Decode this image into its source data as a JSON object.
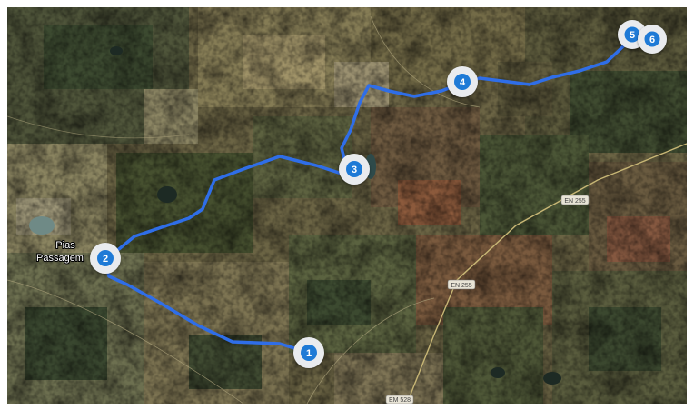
{
  "map": {
    "type": "satellite",
    "route_color": "#2f6ee8",
    "marker_color": "#1e7ad6",
    "place_labels": [
      {
        "id": "place-pias",
        "lines": [
          "Pias",
          "Passagem"
        ]
      }
    ],
    "road_labels": [
      {
        "id": "road-1",
        "text": "EN 255"
      },
      {
        "id": "road-2",
        "text": "EN 255"
      },
      {
        "id": "road-3",
        "text": "EM 528"
      }
    ],
    "waypoints": [
      {
        "id": "wp-1",
        "label": "1"
      },
      {
        "id": "wp-2",
        "label": "2"
      },
      {
        "id": "wp-3",
        "label": "3"
      },
      {
        "id": "wp-4",
        "label": "4"
      },
      {
        "id": "wp-5",
        "label": "5"
      },
      {
        "id": "wp-6",
        "label": "6"
      }
    ]
  }
}
